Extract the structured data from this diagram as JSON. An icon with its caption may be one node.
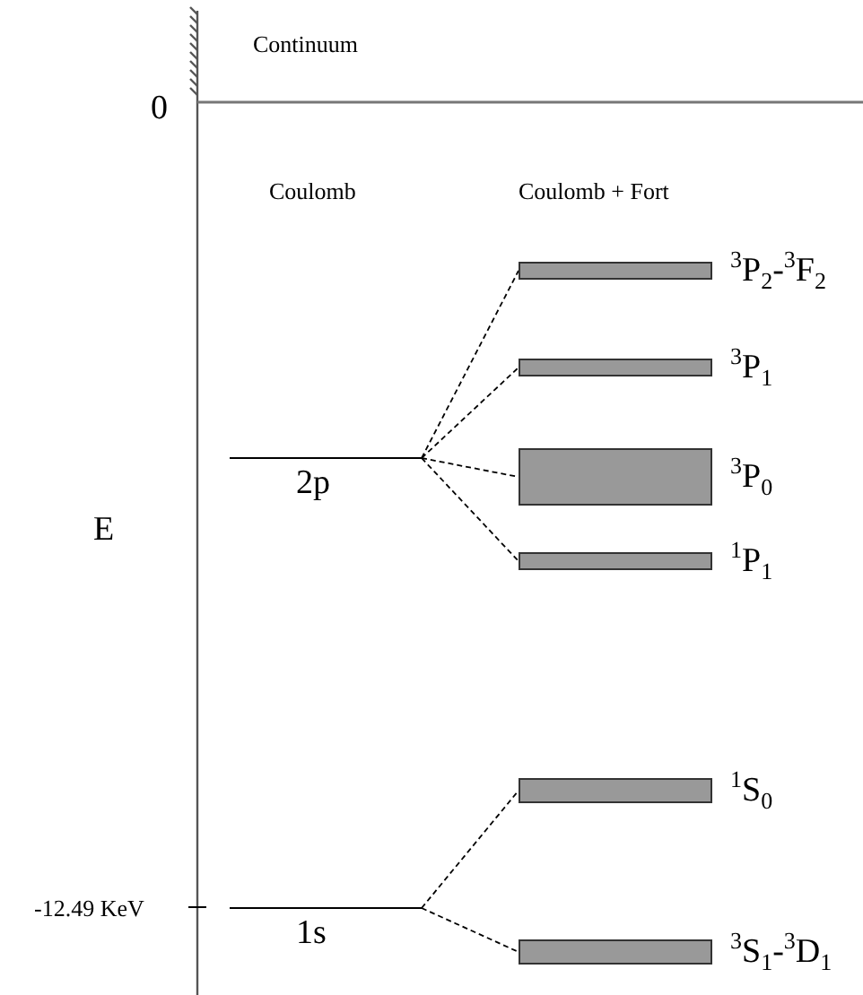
{
  "diagram": {
    "nodes": [
      {
        "text": [
          "2p"
        ]
      },
      {
        "text": [],
        "shape": "bar",
        "beside": [
          "$^{3}$P$_{2}$-$^{3}$F$_{2}$"
        ]
      },
      {
        "text": [],
        "shape": "bar",
        "beside": [
          "$^{3}$P$_{1}$"
        ]
      },
      {
        "text": [],
        "shape": "bar",
        "beside": [
          "$^{3}$P$_{0}$"
        ]
      },
      {
        "text": [],
        "shape": "bar",
        "beside": [
          "$^{1}$P$_{1}$"
        ]
      },
      {
        "text": [],
        "shape": "bar",
        "beside": [
          "$^{1}$S$_{0}$"
        ]
      },
      {
        "text": [
          "1s"
        ]
      },
      {
        "text": [],
        "shape": "bar",
        "beside": [
          "$^{3}$S$_{1}$-$^{3}$D$_{1}$"
        ]
      }
    ],
    "edges": [
      {
        "from": 0,
        "to": 1,
        "arrow": "none",
        "style": "dashed"
      },
      {
        "from": 0,
        "to": 2,
        "arrow": "none",
        "style": "dashed"
      },
      {
        "from": 0,
        "to": 3,
        "arrow": "none",
        "style": "dashed"
      },
      {
        "from": 0,
        "to": 4,
        "arrow": "none",
        "style": "dashed"
      },
      {
        "from": 6,
        "to": 5,
        "arrow": "none",
        "style": "dashed"
      },
      {
        "from": 6,
        "to": 7,
        "arrow": "none",
        "style": "dashed"
      }
    ],
    "labels": [
      "Continuum",
      "0",
      "Coulomb",
      "Coulomb + Fort",
      "E",
      "-12.49 KeV"
    ]
  }
}
